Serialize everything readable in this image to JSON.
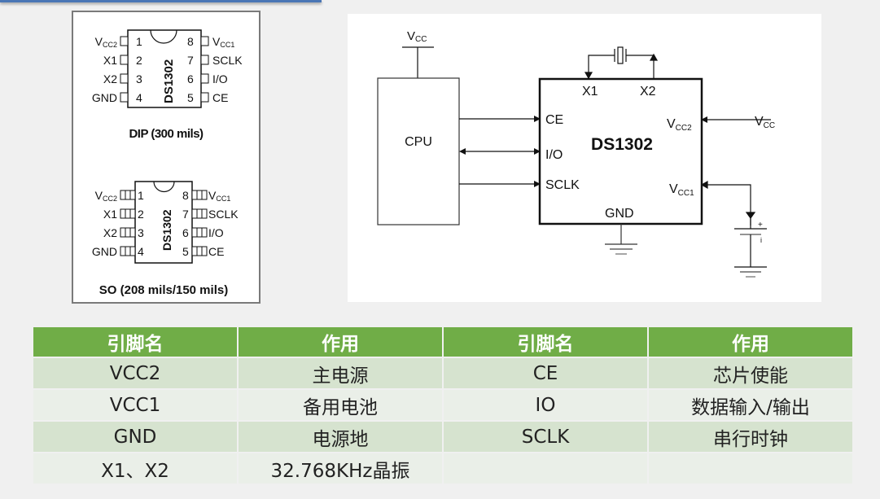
{
  "pinout": {
    "chip_name": "DS1302",
    "dip": {
      "caption": "DIP (300 mils)",
      "left_pins": [
        {
          "num": "1",
          "label": "V",
          "sub": "CC2"
        },
        {
          "num": "2",
          "label": "X1",
          "sub": ""
        },
        {
          "num": "3",
          "label": "X2",
          "sub": ""
        },
        {
          "num": "4",
          "label": "GND",
          "sub": ""
        }
      ],
      "right_pins": [
        {
          "num": "8",
          "label": "V",
          "sub": "CC1"
        },
        {
          "num": "7",
          "label": "SCLK",
          "sub": ""
        },
        {
          "num": "6",
          "label": "I/O",
          "sub": ""
        },
        {
          "num": "5",
          "label": "CE",
          "sub": ""
        }
      ]
    },
    "so": {
      "caption": "SO (208 mils/150 mils)",
      "left_pins": [
        {
          "num": "1",
          "label": "V",
          "sub": "CC2"
        },
        {
          "num": "2",
          "label": "X1",
          "sub": ""
        },
        {
          "num": "3",
          "label": "X2",
          "sub": ""
        },
        {
          "num": "4",
          "label": "GND",
          "sub": ""
        }
      ],
      "right_pins": [
        {
          "num": "8",
          "label": "V",
          "sub": "CC1"
        },
        {
          "num": "7",
          "label": "SCLK",
          "sub": ""
        },
        {
          "num": "6",
          "label": "I/O",
          "sub": ""
        },
        {
          "num": "5",
          "label": "CE",
          "sub": ""
        }
      ]
    }
  },
  "circuit": {
    "cpu_label": "CPU",
    "cpu_supply": {
      "label": "V",
      "sub": "CC"
    },
    "chip_label": "DS1302",
    "pins": {
      "x1": "X1",
      "x2": "X2",
      "ce": "CE",
      "io": "I/O",
      "sclk": "SCLK",
      "gnd": "GND",
      "vcc2": {
        "label": "V",
        "sub": "CC2"
      },
      "vcc1": {
        "label": "V",
        "sub": "CC1"
      }
    },
    "ext_supply": {
      "label": "V",
      "sub": "CC"
    },
    "battery_plus": "+",
    "battery_minus": "i"
  },
  "table": {
    "headers": [
      "引脚名",
      "作用",
      "引脚名",
      "作用"
    ],
    "rows": [
      [
        "VCC2",
        "主电源",
        "CE",
        "芯片使能"
      ],
      [
        "VCC1",
        "备用电池",
        "IO",
        "数据输入/输出"
      ],
      [
        "GND",
        "电源地",
        "SCLK",
        "串行时钟"
      ],
      [
        "X1、X2",
        "32.768KHz晶振",
        "",
        ""
      ]
    ]
  }
}
